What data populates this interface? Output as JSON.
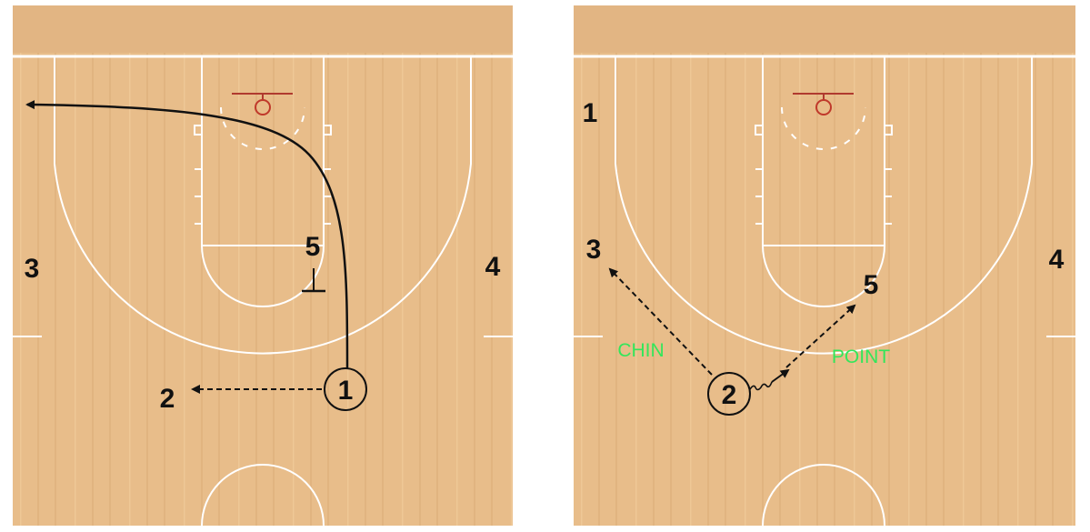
{
  "colors": {
    "wood": "#e8bd8a",
    "wood_dark": "#d9aa76",
    "line": "#ffffff",
    "rim": "#c0392b",
    "action": "#111111",
    "call_text": "#33e65a"
  },
  "left_diagram": {
    "players": {
      "p1": "1",
      "p2": "2",
      "p3": "3",
      "p4": "4",
      "p5": "5"
    }
  },
  "right_diagram": {
    "players": {
      "p1": "1",
      "p2": "2",
      "p3": "3",
      "p4": "4",
      "p5": "5"
    },
    "calls": {
      "chin": "CHIN",
      "point": "POINT"
    }
  }
}
